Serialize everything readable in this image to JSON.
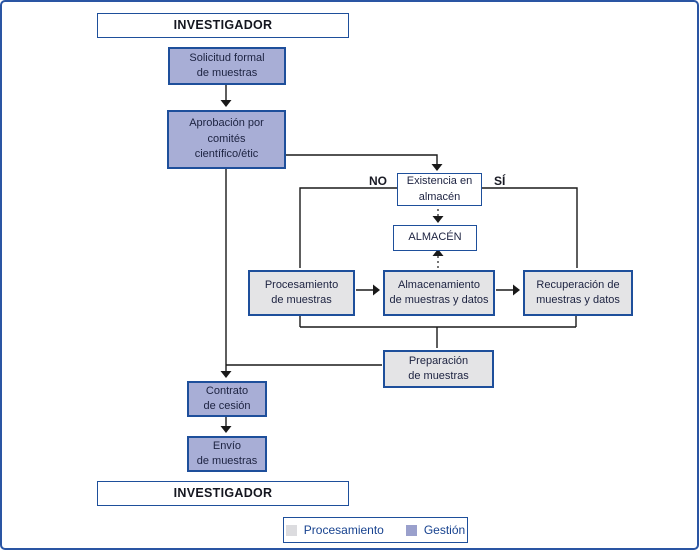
{
  "colors": {
    "frame": "#2a55a3",
    "box-border": "#1e4f9b",
    "gestion-fill": "#a8aed6",
    "proces-fill": "#e4e4e6",
    "legend-proces": "#dcdcdf",
    "legend-gestion": "#9aa0cc",
    "line": "#1a1a1a",
    "node-text": "#1c2240",
    "legend-text": "#17428f"
  },
  "nodes": {
    "investigador_top": {
      "label": "INVESTIGADOR"
    },
    "solicitud": {
      "lines": [
        "Solicitud formal",
        "de muestras"
      ]
    },
    "aprobacion": {
      "lines": [
        "Aprobación por",
        "comités",
        "científico/étic"
      ]
    },
    "existencia": {
      "lines": [
        "Existencia en",
        "almacén"
      ]
    },
    "almacen": {
      "label": "ALMACÉN"
    },
    "procesamiento": {
      "lines": [
        "Procesamiento",
        "de muestras"
      ]
    },
    "almacenamiento": {
      "lines": [
        "Almacenamiento",
        "de muestras y datos"
      ]
    },
    "recuperacion": {
      "lines": [
        "Recuperación de",
        "muestras y datos"
      ]
    },
    "preparacion": {
      "lines": [
        "Preparación",
        "de muestras"
      ]
    },
    "contrato": {
      "lines": [
        "Contrato",
        "de cesión"
      ]
    },
    "envio": {
      "lines": [
        "Envío",
        "de muestras"
      ]
    },
    "investigador_bottom": {
      "label": "INVESTIGADOR"
    }
  },
  "branch_labels": {
    "no": "NO",
    "si": "SÍ"
  },
  "legend": {
    "items": [
      {
        "label": "Procesamiento",
        "color": "#dcdcdf"
      },
      {
        "label": "Gestión",
        "color": "#9aa0cc"
      }
    ]
  }
}
